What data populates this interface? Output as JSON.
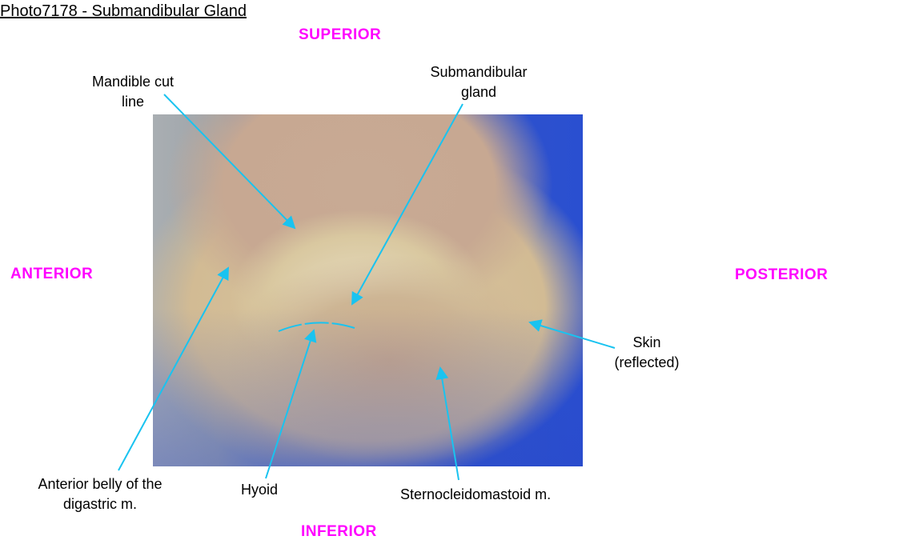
{
  "title": "Photo7178 - Submandibular Gland",
  "orientation": {
    "superior": "SUPERIOR",
    "inferior": "INFERIOR",
    "anterior": "ANTERIOR",
    "posterior": "POSTERIOR"
  },
  "labels": {
    "mandible_cut_line": [
      "Mandible cut",
      "line"
    ],
    "submandibular_gland": [
      "Submandibular",
      "gland"
    ],
    "skin": [
      "Skin",
      "(reflected)"
    ],
    "anterior_belly": [
      "Anterior belly of the",
      "digastric m."
    ],
    "hyoid": "Hyoid",
    "scm": "Sternocleidomastoid m."
  },
  "colors": {
    "orientation": "#ff00ff",
    "leader_lines": "#19c3f0"
  }
}
